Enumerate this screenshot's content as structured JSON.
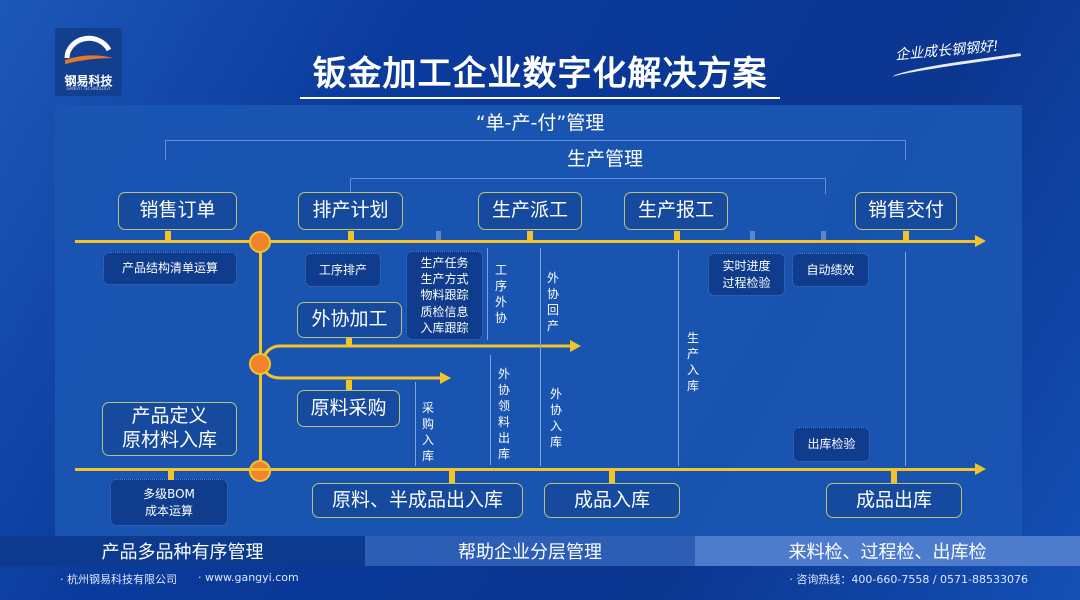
{
  "logo": {
    "name": "钢易科技",
    "subtitle": "GANGYI TECHNOLOGY"
  },
  "title": "钣金加工企业数字化解决方案",
  "slogan": "企业成长钢钢好!",
  "top_bracket": "“单-产-付”管理",
  "sub_bracket": "生产管理",
  "stages": [
    "销售订单",
    "排产计划",
    "生产派工",
    "生产报工",
    "销售交付"
  ],
  "mid_boxes": {
    "outsourcing": "外协加工",
    "purchasing": "原料采购",
    "product_def": [
      "产品定义",
      "原材料入库"
    ]
  },
  "detail_boxes": {
    "bom_calc": "产品结构清单运算",
    "process_schedule": "工序排产",
    "dispatch_details": [
      "生产任务",
      "生产方式",
      "物料跟踪",
      "质检信息",
      "入库跟踪"
    ],
    "report_details": [
      "实时进度",
      "过程检验"
    ],
    "performance": "自动绩效",
    "outbound_check": "出库检验",
    "bom_cost": [
      "多级BOM",
      "成本运算"
    ]
  },
  "flow_labels": {
    "process_outsource": "工序外协",
    "outsource_return": "外协回产",
    "purchase_in": "采购入库",
    "outsource_pick": "外协领料出库",
    "outsource_in": "外协入库",
    "production_in": "生产入库"
  },
  "warehouse": [
    "原料、半成品出入库",
    "成品入库",
    "成品出库"
  ],
  "bands": [
    "产品多品种有序管理",
    "帮助企业分层管理",
    "来料检、过程检、出库检"
  ],
  "footer": {
    "company": "· 杭州钢易科技有限公司",
    "website": "· www.gangyi.com",
    "hotline": "· 咨询热线：400-660-7558  /  0571-88533076"
  },
  "colors": {
    "accent": "#f2c42a",
    "node": "#f0832c",
    "panel": "#1a55b2"
  }
}
